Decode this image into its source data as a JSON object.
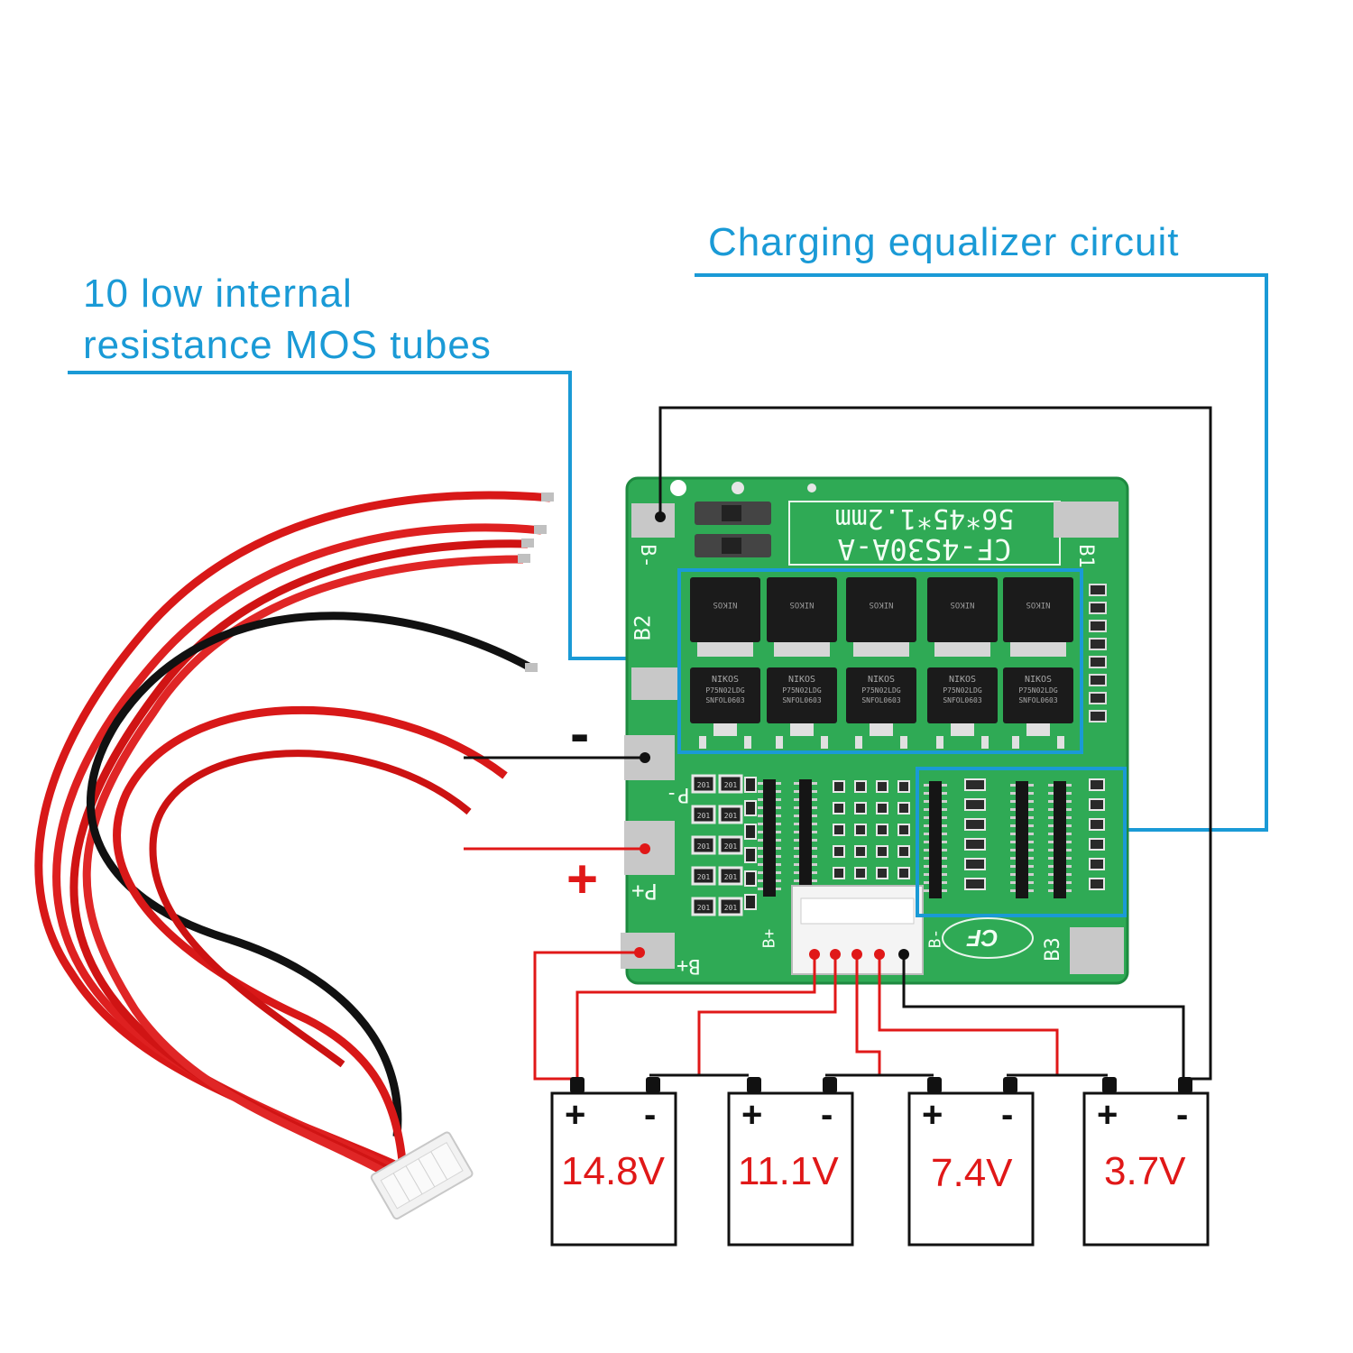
{
  "callouts": {
    "mos_line1": "10 low internal",
    "mos_line2": "resistance MOS tubes",
    "equalizer": "Charging equalizer circuit"
  },
  "board": {
    "model": "CF-4S30A-A",
    "size": "56*45*1.2mm",
    "pads": [
      "B-",
      "B2",
      "P-",
      "P+",
      "B+",
      "B1",
      "B3"
    ],
    "chip_marking_top": "NIKOS",
    "chip_marking_mid": "P75N02LDG",
    "chip_marking_bot": "SNFOL0603",
    "resistor_label": "201",
    "logo": "CF",
    "connector_plus": "B+",
    "connector_minus": "B-"
  },
  "terminals": {
    "minus": "-",
    "plus": "+"
  },
  "cells": [
    {
      "plus": "+",
      "minus": "-",
      "voltage": "14.8V"
    },
    {
      "plus": "+",
      "minus": "-",
      "voltage": "11.1V"
    },
    {
      "plus": "+",
      "minus": "-",
      "voltage": "7.4V"
    },
    {
      "plus": "+",
      "minus": "-",
      "voltage": "3.7V"
    }
  ],
  "colors": {
    "callout_blue": "#1a9ad6",
    "wire_red": "#e01818",
    "wire_black": "#111111",
    "pcb_green": "#2faa55"
  }
}
